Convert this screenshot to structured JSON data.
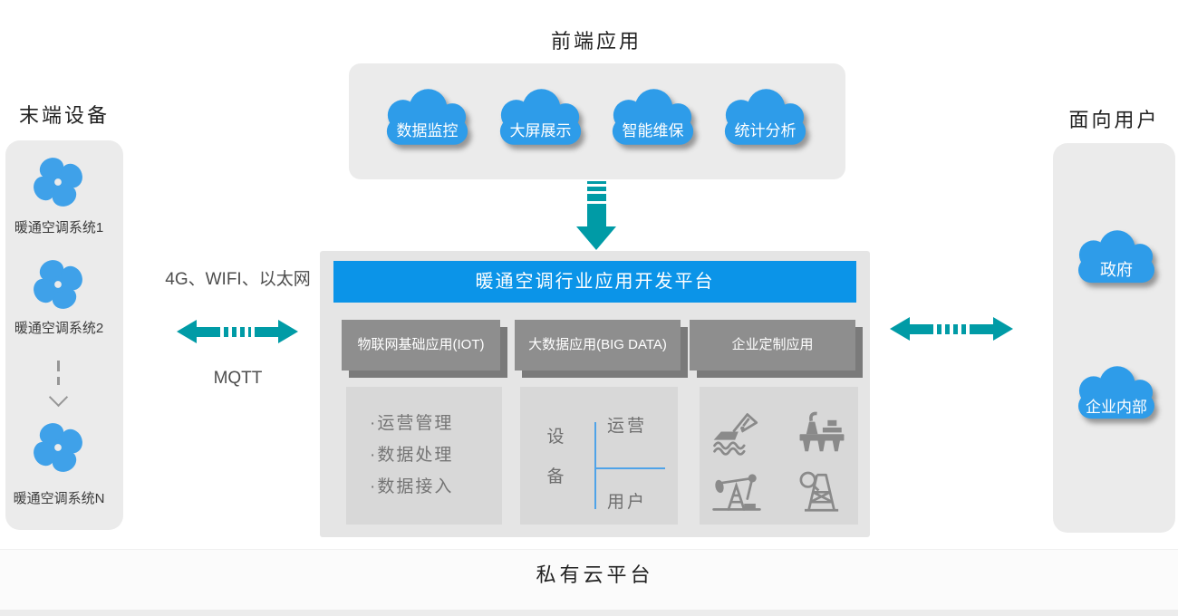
{
  "frontend": {
    "title": "前端应用",
    "clouds": [
      "数据监控",
      "大屏展示",
      "智能维保",
      "统计分析"
    ]
  },
  "devices": {
    "title": "末端设备",
    "items": [
      "暖通空调系统1",
      "暖通空调系统2",
      "暖通空调系统N"
    ]
  },
  "connectivity": {
    "left_top_label": "4G、WIFI、以太网",
    "left_bottom_label": "MQTT"
  },
  "platform": {
    "title": "暖通空调行业应用开发平台",
    "modules": [
      "物联网基础应用(IOT)",
      "大数据应用(BIG DATA)",
      "企业定制应用"
    ],
    "iot_panel_items": [
      "·运营管理",
      "·数据处理",
      "·数据接入"
    ],
    "bigdata_panel": {
      "root": "设备",
      "branch_top": "运营",
      "branch_bottom": "用户"
    },
    "custom_panel_icons": [
      "crane-ship",
      "offshore-platform",
      "pumpjack",
      "oil-derrick"
    ]
  },
  "users": {
    "title": "面向用户",
    "clouds": [
      "政府",
      "企业内部"
    ]
  },
  "footer": {
    "label": "私有云平台"
  },
  "colors": {
    "cloud_blue": "#2E9CE9",
    "header_blue": "#0B94E8",
    "teal_arrow": "#009BA6",
    "fan_blue": "#3FA1E9",
    "industry_icon_gray": "#8A8A8A"
  }
}
